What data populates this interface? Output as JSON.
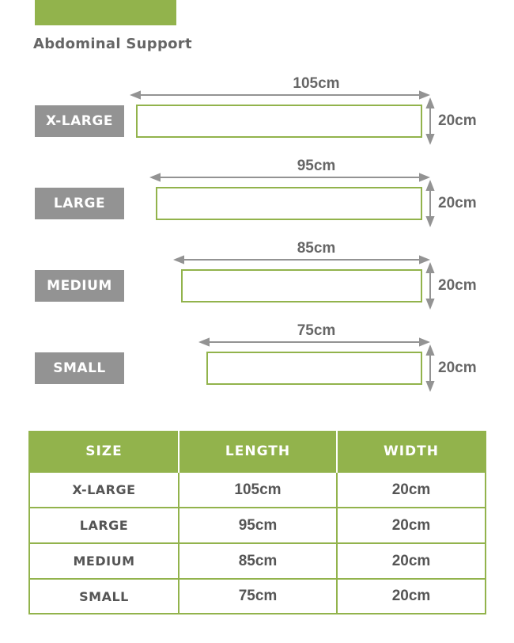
{
  "brand": {
    "accent": "#92b34c",
    "label_gray": "#939393",
    "text_gray": "#666666"
  },
  "product_title": "Abdominal Support",
  "diagram": [
    {
      "size": "X-LARGE",
      "length": "105cm",
      "width": "20cm",
      "length_value": 105
    },
    {
      "size": "LARGE",
      "length": "95cm",
      "width": "20cm",
      "length_value": 95
    },
    {
      "size": "MEDIUM",
      "length": "85cm",
      "width": "20cm",
      "length_value": 85
    },
    {
      "size": "SMALL",
      "length": "75cm",
      "width": "20cm",
      "length_value": 75
    }
  ],
  "table": {
    "headers": [
      "SIZE",
      "LENGTH",
      "WIDTH"
    ],
    "rows": [
      [
        "X-LARGE",
        "105cm",
        "20cm"
      ],
      [
        "LARGE",
        "95cm",
        "20cm"
      ],
      [
        "MEDIUM",
        "85cm",
        "20cm"
      ],
      [
        "SMALL",
        "75cm",
        "20cm"
      ]
    ]
  }
}
